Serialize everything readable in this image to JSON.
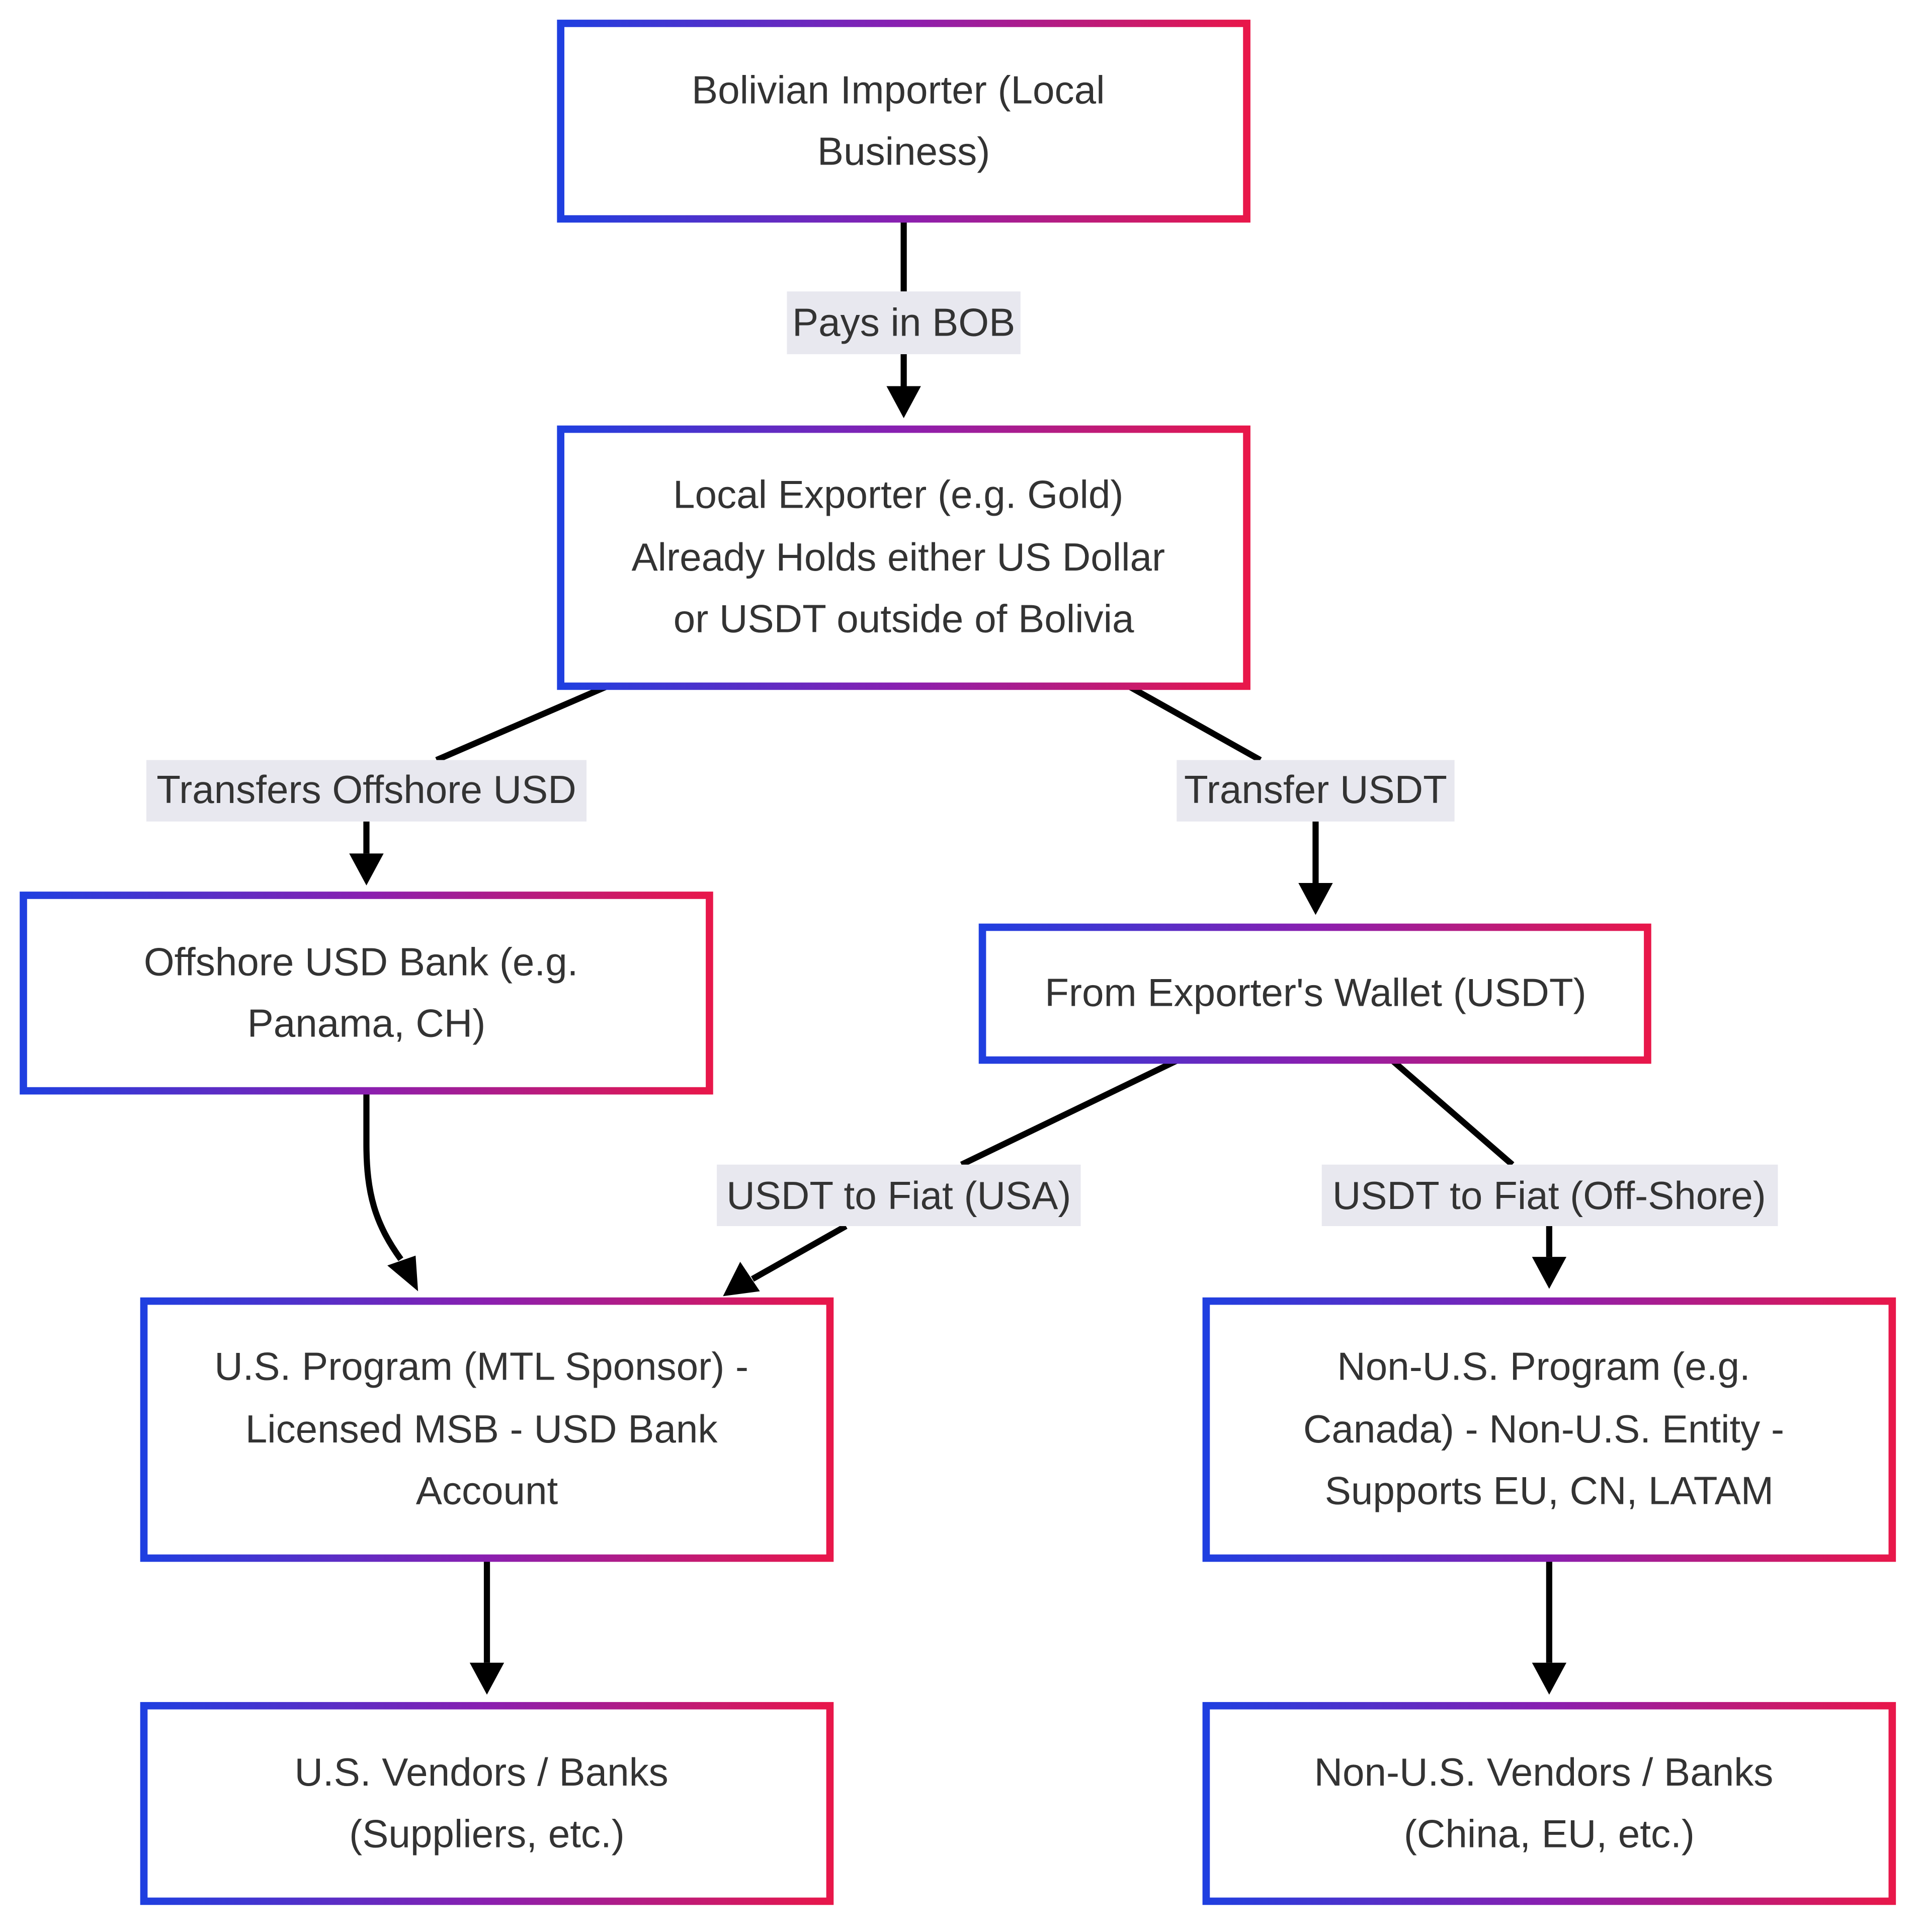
{
  "colors": {
    "node_border_start": "#1f3fe0",
    "node_border_mid": "#8a1fb0",
    "node_border_end": "#e8174a",
    "node_fill": "#ffffff",
    "edge": "#000000",
    "edge_label_bg": "#e8e8ef",
    "text": "#333333"
  },
  "nodes": {
    "importer": {
      "lines": [
        "Bolivian Importer (Local",
        "Business)"
      ]
    },
    "exporter": {
      "lines": [
        "Local Exporter (e.g. Gold)",
        "Already Holds either US Dollar",
        "or USDT outside of Bolivia"
      ]
    },
    "offshore_bank": {
      "lines": [
        "Offshore USD Bank (e.g.",
        "Panama, CH)"
      ]
    },
    "wallet": {
      "lines": [
        "From Exporter's Wallet (USDT)"
      ]
    },
    "us_program": {
      "lines": [
        "U.S. Program (MTL Sponsor) -",
        "Licensed MSB - USD Bank",
        "Account"
      ]
    },
    "non_us_program": {
      "lines": [
        "Non-U.S. Program (e.g.",
        "Canada) - Non-U.S. Entity -",
        "Supports EU, CN, LATAM"
      ]
    },
    "us_vendors": {
      "lines": [
        "U.S. Vendors / Banks",
        "(Suppliers, etc.)"
      ]
    },
    "non_us_vendors": {
      "lines": [
        "Non-U.S. Vendors / Banks",
        "(China, EU, etc.)"
      ]
    }
  },
  "edge_labels": {
    "pays_bob": "Pays in BOB",
    "transfers_offshore": "Transfers Offshore USD",
    "transfer_usdt": "Transfer USDT",
    "usdt_fiat_usa": "USDT to Fiat (USA)",
    "usdt_fiat_offshore": "USDT to Fiat (Off-Shore)"
  }
}
